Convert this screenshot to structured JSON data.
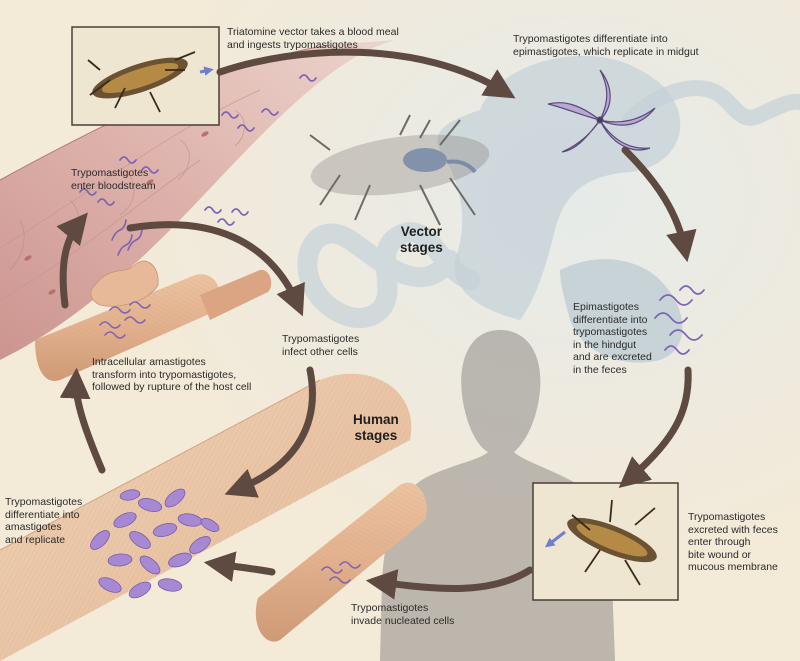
{
  "labels": {
    "blood_meal": "Triatomine vector takes a blood meal\nand ingests trypomastigotes",
    "differentiate_epi": "Trypomastigotes differentiate into\nepimastigotes, which replicate in midgut",
    "enter_bloodstream": "Trypomastigotes\nenter bloodstream",
    "epi_to_trypo": "Epimastigotes\ndifferentiate into\ntrypomastigotes\nin the hindgut\nand are excreted\nin the feces",
    "infect_other": "Trypomastigotes\ninfect other cells",
    "intracellular": "Intracellular amastigotes\ntransform into trypomastigotes,\nfollowed by rupture of the host cell",
    "trypo_to_amastigote": "Trypomastigotes\ndifferentiate into\namastigotes\nand replicate",
    "excreted_feces": "Trypomastigotes\nexcreted with feces\nenter through\nbite wound or\nmucous membrane",
    "invade_nucleated": "Trypomastigotes\ninvade nucleated cells"
  },
  "stages": {
    "vector": "Vector\nstages",
    "human": "Human\nstages"
  },
  "colors": {
    "background_warm": "#f3ead8",
    "background_cool": "#e4e8e6",
    "arrow": "#5e4a40",
    "vessel": "#cf9c97",
    "muscle": "#e3b490",
    "parasite": "#8a6fc0",
    "amastigote": "#a688d3",
    "gut": "#bccbd2",
    "silhouette": "#8f8a88"
  }
}
